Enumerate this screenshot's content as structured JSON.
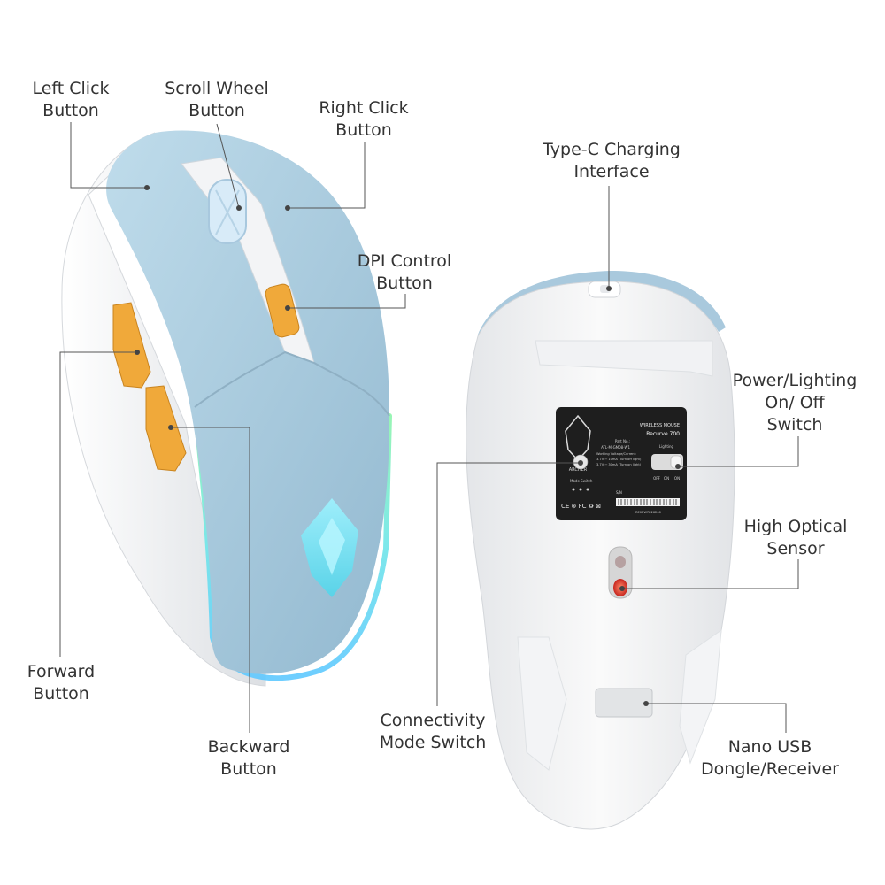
{
  "labels": {
    "left_click": [
      "Left Click",
      "Button"
    ],
    "scroll_wheel": [
      "Scroll Wheel",
      "Button"
    ],
    "right_click": [
      "Right Click",
      "Button"
    ],
    "dpi_control": [
      "DPI Control",
      "Button"
    ],
    "forward": [
      "Forward",
      "Button"
    ],
    "backward": [
      "Backward",
      "Button"
    ],
    "typec": [
      "Type-C Charging",
      "Interface"
    ],
    "power": [
      "Power/Lighting",
      "On/ Off",
      "Switch"
    ],
    "sensor": [
      "High Optical",
      "Sensor"
    ],
    "connectivity": [
      "Connectivity",
      "Mode Switch"
    ],
    "dongle": [
      "Nano USB",
      "Dongle/Receiver"
    ]
  },
  "sticker": {
    "brand": "ARCHER",
    "product_type": "WIRELESS MOUSE",
    "model": "Recurve 700",
    "part_no_label": "Part No.:",
    "part_no": "ATL-M-GM08-W1",
    "voltage_label": "Working Voltage/Current:",
    "voltage_1": "3.7V ⎓ 10mA (Turn off light)",
    "voltage_2": "3.7V ⎓ 30mA (Turn on light)",
    "lighting": "Lighting",
    "switch_off": "OFF",
    "switch_on": "ON",
    "switch_on2": "ON",
    "mode_switch": "Mode Switch",
    "sn_label": "S/N",
    "cert_marks": "CE ⊛ FC ♻ ⊠",
    "serial": "RE02W7826200"
  },
  "colors": {
    "shell_blue": "#a9c9dd",
    "shell_white": "#eef0f2",
    "side_button_orange": "#f0a93a",
    "rgb_glow_green": "#7ff0a0",
    "rgb_glow_blue": "#5ec8ff",
    "sticker_black": "#1e1e1e",
    "sensor_red": "#e0342c"
  }
}
